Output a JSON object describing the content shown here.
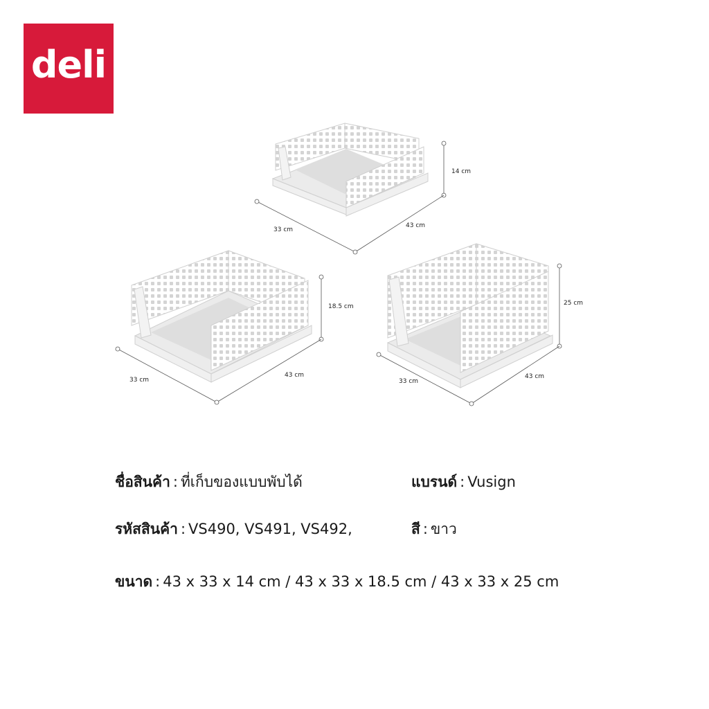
{
  "brand_logo": {
    "text": "deli",
    "color": "#d71a3a"
  },
  "products": [
    {
      "height_label": "14 cm",
      "width_label": "43 cm",
      "depth_label": "33 cm"
    },
    {
      "height_label": "18.5 cm",
      "width_label": "43 cm",
      "depth_label": "33 cm"
    },
    {
      "height_label": "25 cm",
      "width_label": "43 cm",
      "depth_label": "33 cm"
    }
  ],
  "specs": {
    "name": {
      "key": "ชื่อสินค้า",
      "value": "ที่เก็บของแบบพับได้"
    },
    "brand": {
      "key": "แบรนด์",
      "value": "Vusign"
    },
    "sku": {
      "key": "รหัสสินค้า",
      "value": "VS490, VS491, VS492,"
    },
    "color": {
      "key": "สี",
      "value": "ขาว"
    },
    "size": {
      "key": "ขนาด",
      "value": "43 x 33 x 14 cm / 43 x 33 x 18.5 cm / 43 x 33 x 25 cm"
    }
  },
  "separator": ":"
}
